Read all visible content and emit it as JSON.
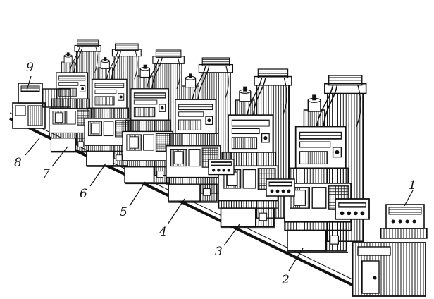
{
  "labels": {
    "l1": "1",
    "l2": "2",
    "l3": "3",
    "l4": "4",
    "l5": "5",
    "l6": "6",
    "l7": "7",
    "l8": "8",
    "l9": "9"
  },
  "colors": {
    "ink": "#111111",
    "paper": "#ffffff"
  }
}
